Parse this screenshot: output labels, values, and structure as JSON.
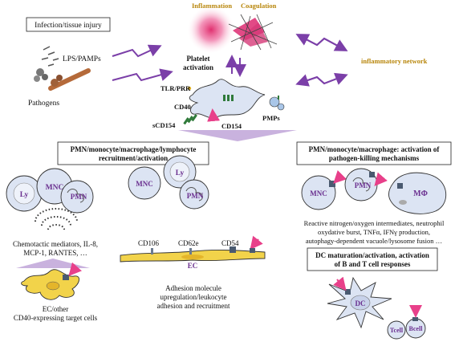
{
  "top": {
    "infection": "Infection/tissue injury",
    "lps": "LPS/PAMPs",
    "pathogens": "Pathogens",
    "inflammation": "Inflammation",
    "coagulation": "Coagulation",
    "platelet_line1": "Platelet",
    "platelet_line2": "activation",
    "tlr": "TLR/PRR",
    "cd40": "CD40",
    "scd154": "sCD154",
    "cd154": "CD154",
    "pmps": "PMPs",
    "network": "inflammatory network"
  },
  "left_box": {
    "line1": "PMN/monocyte/macrophage/lymphocyte",
    "line2": "recruitment/activation"
  },
  "right_box": {
    "line1": "PMN/monocyte/macrophage: activation of",
    "line2": "pathogen-killing mechanisms"
  },
  "cells": {
    "ly": "Ly",
    "mnc": "MNC",
    "pmn": "PMN",
    "mphi": "MΦ",
    "ec": "EC",
    "dc": "DC",
    "tcell": "Tcell",
    "bcell": "Bcell"
  },
  "chemo": {
    "line1": "Chemotactic mediators, IL-8,",
    "line2": "MCP-1, RANTES, …"
  },
  "ec_other": {
    "line1": "EC/other",
    "line2": "CD40-expressing target cells"
  },
  "adhesion": {
    "cd106": "CD106",
    "cd62e": "CD62e",
    "cd54": "CD54",
    "line1": "Adhesion molecule",
    "line2": "upregulation/leukocyte",
    "line3": "adhesion  and recruitment"
  },
  "killing": {
    "line1": "Reactive nitrogen/oxygen  intermediates, neutrophil",
    "line2": "oxydative burst, TNFα, IFNγ production,",
    "line3": "autophagy-dependent vacuole/lysosome fusion …"
  },
  "dc_box": {
    "line1": "DC maturation/activation, activation",
    "line2": "of B and T cell responses"
  },
  "colors": {
    "purple": "#7b3fa8",
    "cell_fill": "#dce4f3",
    "pink": "#e8408a",
    "gold": "#b8860b",
    "ec_fill": "#f2d34a"
  }
}
